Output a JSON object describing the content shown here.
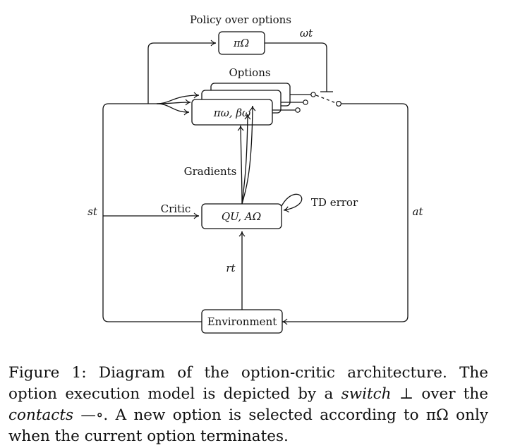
{
  "diagram": {
    "policy_label": "Policy over options",
    "policy_box": "πΩ",
    "omega_label": "ωt",
    "options_label": "Options",
    "options_box": "πω,  βω",
    "gradients_label": "Gradients",
    "critic_label": "Critic",
    "critic_box": "QU, AΩ",
    "td_error_label": "TD error",
    "state_label": "st",
    "action_label": "at",
    "reward_label": "rt",
    "environment_box": "Environment"
  },
  "caption": {
    "part1": "Figure 1: Diagram of the option-critic architecture. The option execution model is depicted by a ",
    "switch_word": "switch",
    "part2": " ⊥ over the ",
    "contacts_word": "contacts",
    "part3": " —∘. A new option is selected according to πΩ only when the current option terminates."
  }
}
